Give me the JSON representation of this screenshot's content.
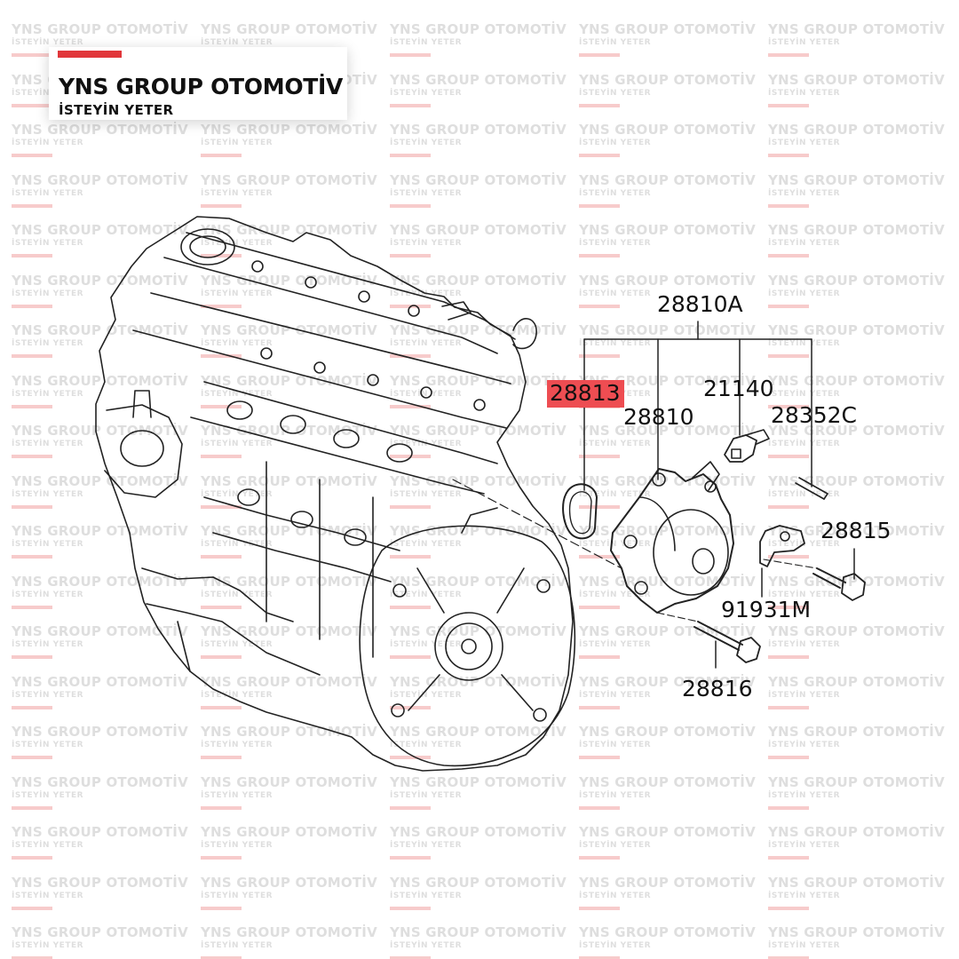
{
  "watermark": {
    "title": "YNS GROUP OTOMOTİV",
    "subtitle": "İSTEYİN YETER",
    "bar_color": "#f4b9b9"
  },
  "logo": {
    "title": "YNS GROUP OTOMOTİV",
    "subtitle": "İSTEYİN YETER",
    "accent_color": "#e1363a"
  },
  "diagram": {
    "parts": {
      "assembly": "28810A",
      "gasket": "28813",
      "vacuum_pump": "28810",
      "sensor": "21140",
      "pin": "28352C",
      "bracket_bolt": "28815",
      "bracket": "91931M",
      "pump_bolt": "28816"
    },
    "highlighted_part": "28813",
    "highlight_color": "#ee4d52"
  }
}
